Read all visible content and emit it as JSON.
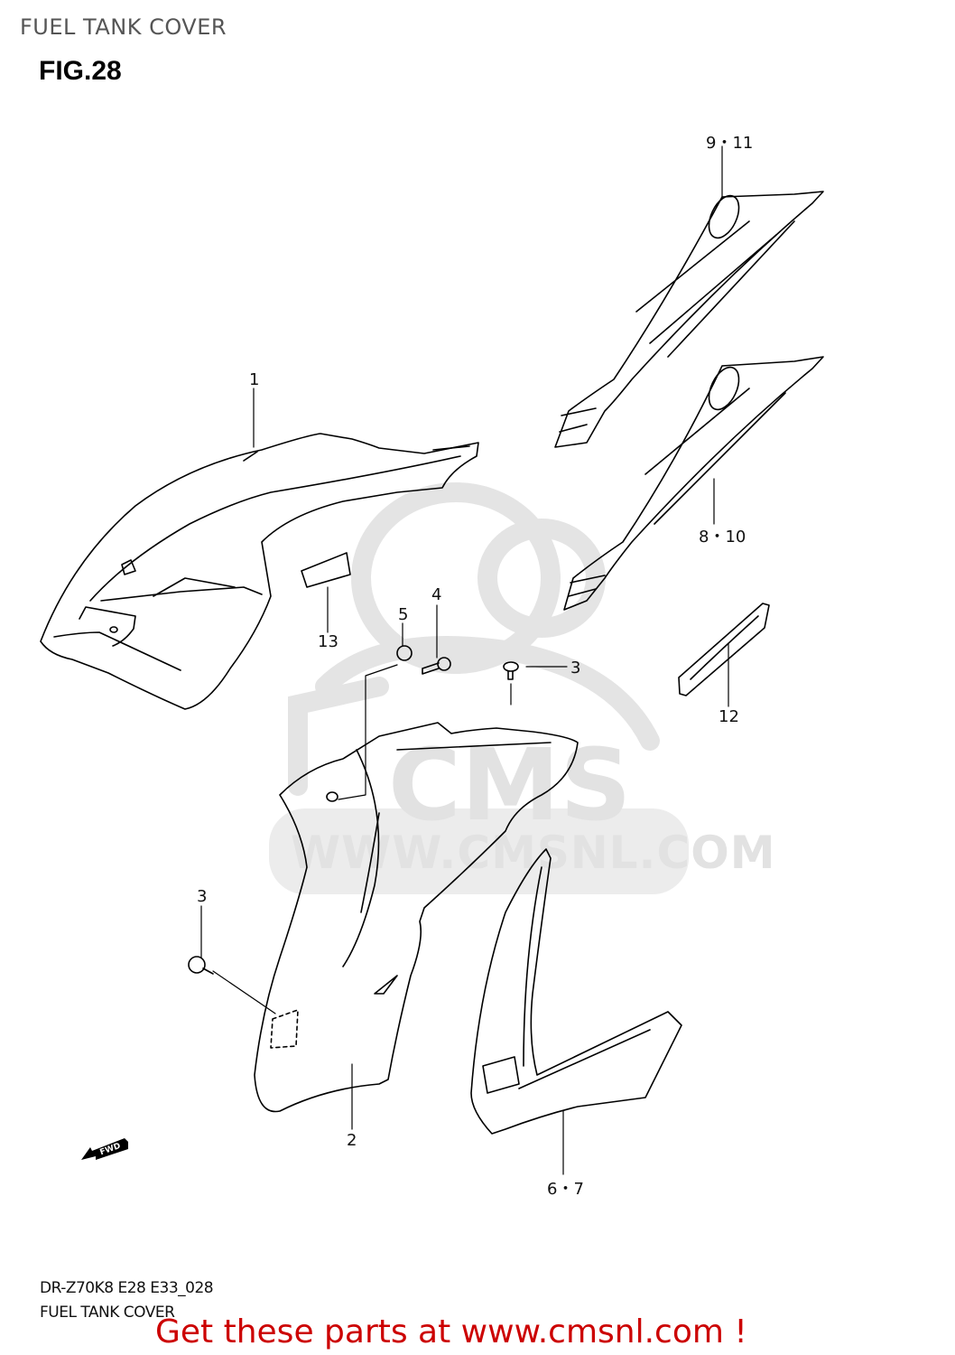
{
  "header": {
    "title": "FUEL TANK COVER",
    "figure": "FIG.28"
  },
  "watermark": {
    "brand": "CMS",
    "url": "WWW.CMSNL.COM",
    "color": "#e2e2e2"
  },
  "callouts": [
    {
      "id": "1",
      "label": "1"
    },
    {
      "id": "2",
      "label": "2"
    },
    {
      "id": "3a",
      "label": "3"
    },
    {
      "id": "3b",
      "label": "3"
    },
    {
      "id": "4",
      "label": "4"
    },
    {
      "id": "5",
      "label": "5"
    },
    {
      "id": "6-7",
      "label": "6・7"
    },
    {
      "id": "8-10",
      "label": "8・10"
    },
    {
      "id": "9-11",
      "label": "9・11"
    },
    {
      "id": "12",
      "label": "12"
    },
    {
      "id": "13",
      "label": "13"
    }
  ],
  "fwd_arrow": {
    "label": "FWD"
  },
  "footer": {
    "model_code": "DR-Z70K8 E28 E33_028",
    "section_name": "FUEL TANK COVER",
    "cta": "Get these parts at www.cmsnl.com !",
    "cta_color": "#cc0000"
  }
}
